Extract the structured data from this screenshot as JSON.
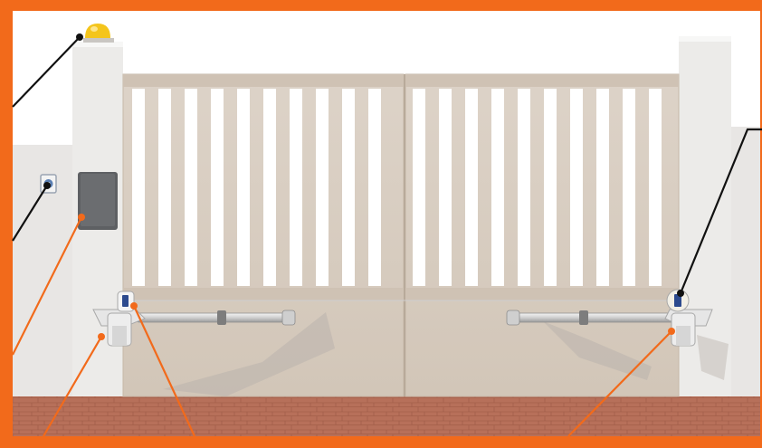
{
  "colors": {
    "frame": "#f26a1b",
    "wall": "#e9e8e6",
    "gate": "#d8ccbf",
    "ground": "#b86f55",
    "leader_black": "#111111",
    "leader_orange": "#f26a1b"
  },
  "components": [
    {
      "id": "flashing-light",
      "leader": "black"
    },
    {
      "id": "key-switch",
      "leader": "black"
    },
    {
      "id": "control-box",
      "leader": "orange"
    },
    {
      "id": "photocell-left",
      "leader": "orange"
    },
    {
      "id": "motor-arm-left",
      "leader": "orange"
    },
    {
      "id": "photocell-right",
      "leader": "black"
    },
    {
      "id": "motor-arm-right",
      "leader": "orange"
    }
  ]
}
